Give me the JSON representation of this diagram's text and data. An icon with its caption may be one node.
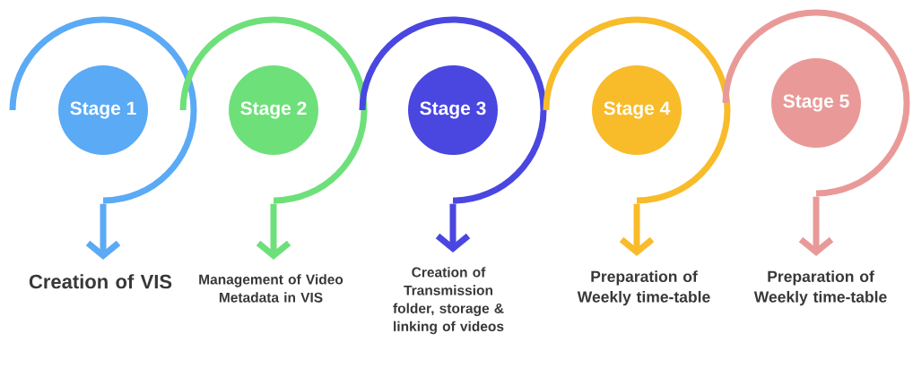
{
  "diagram": {
    "nodes": [
      {
        "text": [
          "Stage 1"
        ]
      },
      {
        "text": [
          "Stage 2"
        ]
      },
      {
        "text": [
          "Stage 3"
        ]
      },
      {
        "text": [
          "Stage 4"
        ]
      },
      {
        "text": [
          "Stage 5"
        ]
      },
      {
        "text": [
          "Creation of VIS"
        ]
      },
      {
        "text": [
          "Management of Video Metadata in VIS"
        ]
      },
      {
        "text": [
          "Creation of Transmission folder, storage & linking of videos"
        ]
      },
      {
        "text": [
          "Preparation of Weekly time-table"
        ]
      },
      {
        "text": [
          "Preparation of Weekly time-table"
        ]
      }
    ],
    "edges": [
      {
        "from": 0,
        "to": 5,
        "arrow": "to",
        "color": "#5aaaf5"
      },
      {
        "from": 1,
        "to": 6,
        "arrow": "to",
        "color": "#6ee07a"
      },
      {
        "from": 2,
        "to": 7,
        "arrow": "to",
        "color": "#4a46e0"
      },
      {
        "from": 3,
        "to": 8,
        "arrow": "to",
        "color": "#f8bb2a"
      },
      {
        "from": 4,
        "to": 9,
        "arrow": "to",
        "color": "#e99a98"
      }
    ]
  }
}
